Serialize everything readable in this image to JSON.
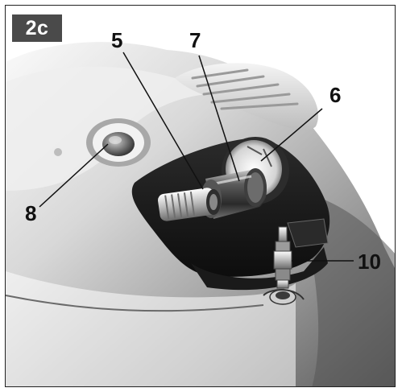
{
  "figure": {
    "tag": "2c"
  },
  "callouts": [
    {
      "id": "5",
      "text": "5"
    },
    {
      "id": "7",
      "text": "7"
    },
    {
      "id": "6",
      "text": "6"
    },
    {
      "id": "8",
      "text": "8"
    },
    {
      "id": "10",
      "text": "10"
    }
  ],
  "colors": {
    "frame": "#222222",
    "tag_bg": "#4a4a4a",
    "leader": "#111111"
  },
  "icons": [
    "compressor-body-icon",
    "hose-coupling-icon",
    "pressure-gauge-icon",
    "tire-valve-icon",
    "button-icon"
  ]
}
